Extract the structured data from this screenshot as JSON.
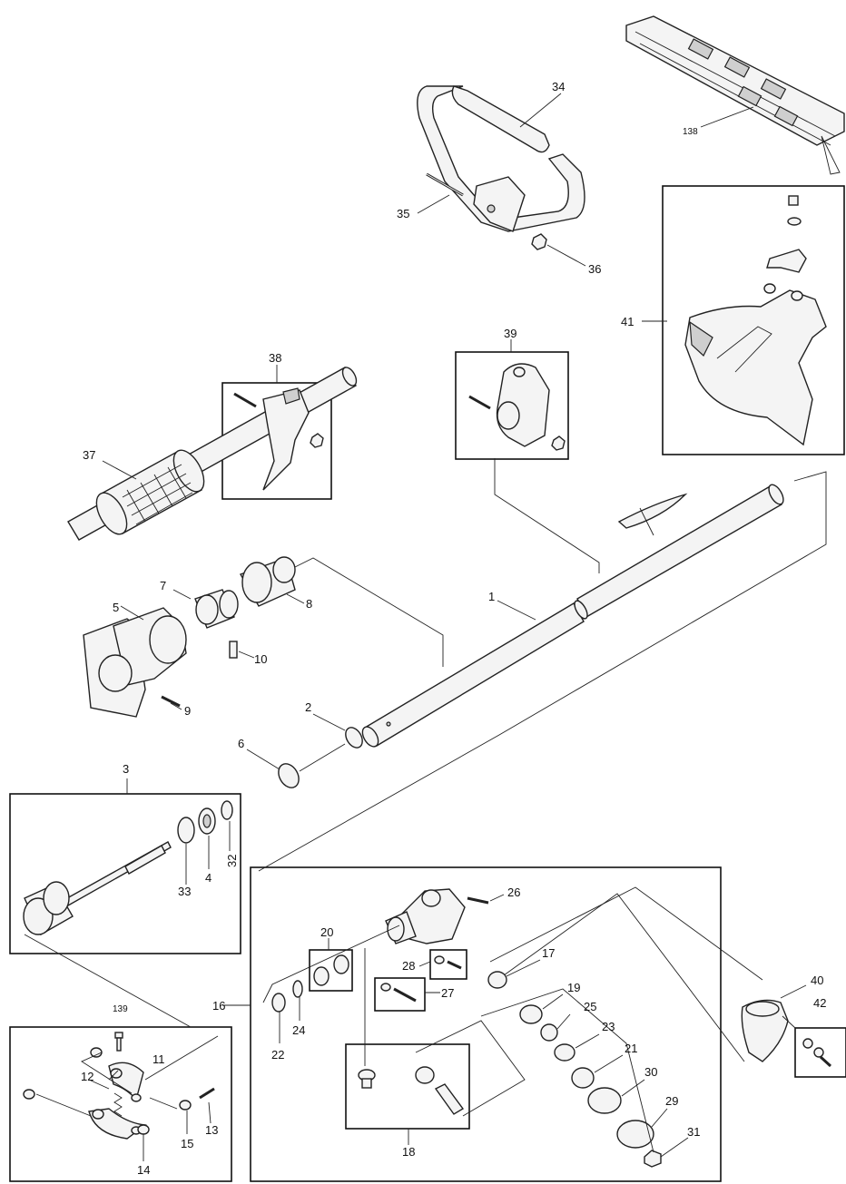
{
  "labels": {
    "p1": "1",
    "p2": "2",
    "p3": "3",
    "p4": "4",
    "p5": "5",
    "p6": "6",
    "p7": "7",
    "p8": "8",
    "p9": "9",
    "p10": "10",
    "p11": "11",
    "p12": "12",
    "p13": "13",
    "p14": "14",
    "p15": "15",
    "p16": "16",
    "p17": "17",
    "p18": "18",
    "p19": "19",
    "p20": "20",
    "p21": "21",
    "p22": "22",
    "p23": "23",
    "p24": "24",
    "p25": "25",
    "p26": "26",
    "p27": "27",
    "p28": "28",
    "p29": "29",
    "p30": "30",
    "p31": "31",
    "p32": "32",
    "p33": "33",
    "p34": "34",
    "p35": "35",
    "p36": "36",
    "p37": "37",
    "p38": "38",
    "p39": "39",
    "p40": "40",
    "p41": "41",
    "p42": "42",
    "p138": "138",
    "p139": "139"
  }
}
